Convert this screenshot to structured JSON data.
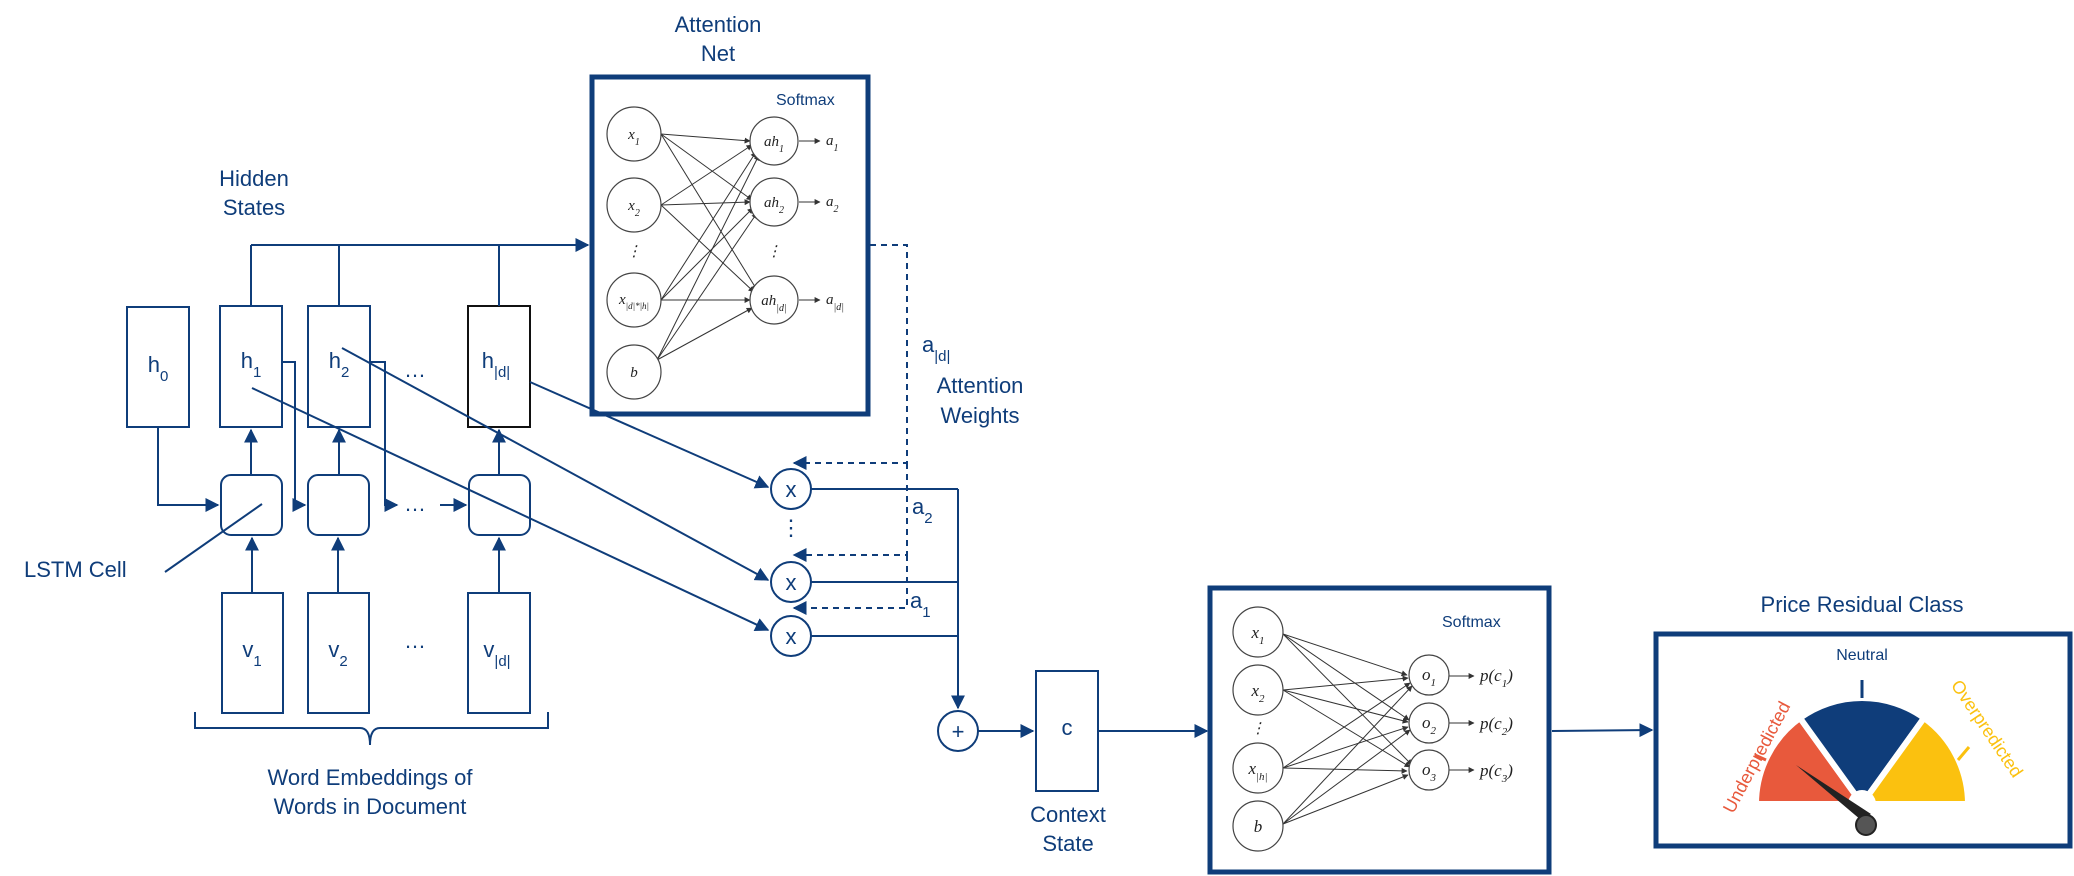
{
  "labels": {
    "attention_net": [
      "Attention",
      "Net"
    ],
    "hidden_states": [
      "Hidden",
      "States"
    ],
    "attention_weights": [
      "Attention",
      "Weights"
    ],
    "lstm_cell": "LSTM Cell",
    "word_embeddings": [
      "Word Embeddings of",
      "Words in Document"
    ],
    "context_state": [
      "Context",
      "State"
    ],
    "price_residual_class": "Price Residual Class",
    "softmax": "Softmax",
    "context_symbol": "c",
    "plus_symbol": "+",
    "multiply_symbol": "x",
    "ellipsis": "…",
    "vdots": "⋮"
  },
  "hidden": [
    {
      "base": "h",
      "sub": "0"
    },
    {
      "base": "h",
      "sub": "1"
    },
    {
      "base": "h",
      "sub": "2"
    },
    {
      "base": "h",
      "sub": "|d|"
    }
  ],
  "embeddings": [
    {
      "base": "v",
      "sub": "1"
    },
    {
      "base": "v",
      "sub": "2"
    },
    {
      "base": "v",
      "sub": "|d|"
    }
  ],
  "weights": [
    {
      "base": "a",
      "sub": "|d|"
    },
    {
      "base": "a",
      "sub": "2"
    },
    {
      "base": "a",
      "sub": "1"
    }
  ],
  "attention_net": {
    "inputs": [
      {
        "base": "x",
        "sub": "1"
      },
      {
        "base": "x",
        "sub": "2"
      },
      {
        "base": "x",
        "sub": "|d|*|h|"
      },
      {
        "base": "b",
        "sub": ""
      }
    ],
    "outputs": [
      {
        "base": "ah",
        "sub": "1",
        "out_base": "a",
        "out_sub": "1"
      },
      {
        "base": "ah",
        "sub": "2",
        "out_base": "a",
        "out_sub": "2"
      },
      {
        "base": "ah",
        "sub": "|d|",
        "out_base": "a",
        "out_sub": "|d|"
      }
    ]
  },
  "classifier_net": {
    "inputs": [
      {
        "base": "x",
        "sub": "1"
      },
      {
        "base": "x",
        "sub": "2"
      },
      {
        "base": "x",
        "sub": "|h|"
      },
      {
        "base": "b",
        "sub": ""
      }
    ],
    "outputs": [
      {
        "base": "o",
        "sub": "1",
        "prob": "p(c",
        "prob_sub": "1",
        "prob_end": ")"
      },
      {
        "base": "o",
        "sub": "2",
        "prob": "p(c",
        "prob_sub": "2",
        "prob_end": ")"
      },
      {
        "base": "o",
        "sub": "3",
        "prob": "p(c",
        "prob_sub": "3",
        "prob_end": ")"
      }
    ]
  },
  "gauge": {
    "segments": [
      {
        "label": "Underpredicted",
        "color": "#e8593c"
      },
      {
        "label": "Neutral",
        "color": "#0f3d7a"
      },
      {
        "label": "Overpredicted",
        "color": "#fbc10f"
      }
    ],
    "needle_color": "#222222",
    "hub_color": "#555555"
  },
  "colors": {
    "primary": "#0f3d7a"
  }
}
